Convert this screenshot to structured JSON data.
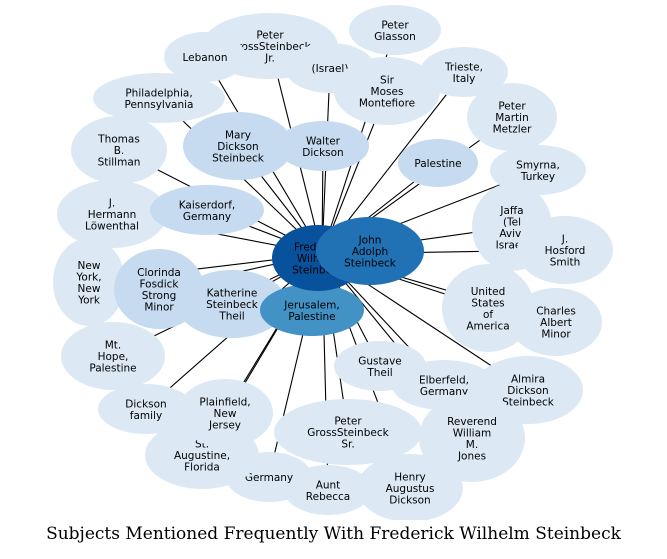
{
  "title": "Subjects Mentioned Frequently With Frederick Wilhelm Steinbeck",
  "colors": {
    "outer": "#dce9f5",
    "light": "#c6dbef",
    "mid": "#9ecae1",
    "strong": "#4292c6",
    "dark": "#2171b5",
    "darkest": "#08519c"
  },
  "nodes": [
    {
      "id": "fws",
      "label": "Frederick Wilhelm Steinbeck",
      "lines": [
        "Frederick",
        "Wilhelm",
        "Steinbeck"
      ],
      "tone": "darkest"
    },
    {
      "id": "jas",
      "label": "John Adolph Steinbeck",
      "lines": [
        "John",
        "Adolph",
        "Steinbeck"
      ],
      "tone": "dark"
    },
    {
      "id": "jer",
      "label": "Jerusalem, Palestine",
      "lines": [
        "Jerusalem,",
        "Palestine"
      ],
      "tone": "strong"
    },
    {
      "id": "mds",
      "label": "Mary Dickson Steinbeck",
      "lines": [
        "Mary",
        "Dickson",
        "Steinbeck"
      ],
      "tone": "light"
    },
    {
      "id": "wd",
      "label": "Walter Dickson",
      "lines": [
        "Walter",
        "Dickson"
      ],
      "tone": "light"
    },
    {
      "id": "ksg",
      "label": "Kaiserdorf, Germany",
      "lines": [
        "Kaiserdorf,",
        "Germany"
      ],
      "tone": "light"
    },
    {
      "id": "kst",
      "label": "Katherine Steinbeck Theil",
      "lines": [
        "Katherine",
        "Steinbeck",
        "Theil"
      ],
      "tone": "light"
    },
    {
      "id": "cfs",
      "label": "Clorinda Fosdick Strong Minor",
      "lines": [
        "Clorinda",
        "Fosdick",
        "Strong",
        "Minor"
      ],
      "tone": "light"
    },
    {
      "id": "pal",
      "label": "Palestine",
      "lines": [
        "Palestine"
      ],
      "tone": "light"
    },
    {
      "id": "pgss",
      "label": "Peter GrossSteinbeck Sr.",
      "lines": [
        "Peter",
        "GrossSteinbeck",
        "Sr."
      ],
      "tone": "outer"
    },
    {
      "id": "gt",
      "label": "Gustave Theil",
      "lines": [
        "Gustave",
        "Theil"
      ],
      "tone": "outer"
    },
    {
      "id": "elb",
      "label": "Elberfeld, Germany",
      "lines": [
        "Elberfeld,",
        "Germany"
      ],
      "tone": "outer"
    },
    {
      "id": "pgsj",
      "label": "Peter GrossSteinbeck Jr.",
      "lines": [
        "Peter",
        "GrossSteinbeck",
        "Jr."
      ],
      "tone": "outer"
    },
    {
      "id": "pg",
      "label": "Peter Glasson",
      "lines": [
        "Peter",
        "Glasson"
      ],
      "tone": "outer"
    },
    {
      "id": "leb",
      "label": "Lebanon",
      "lines": [
        "Lebanon"
      ],
      "tone": "outer"
    },
    {
      "id": "isr",
      "label": "(Israel)",
      "lines": [
        "(Israel)"
      ],
      "tone": "outer"
    },
    {
      "id": "smm",
      "label": "Sir Moses Montefiore",
      "lines": [
        "Sir",
        "Moses",
        "Montefiore"
      ],
      "tone": "outer"
    },
    {
      "id": "tri",
      "label": "Trieste, Italy",
      "lines": [
        "Trieste,",
        "Italy"
      ],
      "tone": "outer"
    },
    {
      "id": "pmm",
      "label": "Peter Martin Metzler",
      "lines": [
        "Peter",
        "Martin",
        "Metzler"
      ],
      "tone": "outer"
    },
    {
      "id": "smy",
      "label": "Smyrna, Turkey",
      "lines": [
        "Smyrna,",
        "Turkey"
      ],
      "tone": "outer"
    },
    {
      "id": "jaf",
      "label": "Jaffa (Tel Aviv, Israel)",
      "lines": [
        "Jaffa",
        "(Tel",
        "Aviv,",
        "Israel)"
      ],
      "tone": "outer"
    },
    {
      "id": "jhs",
      "label": "J. Hosford Smith",
      "lines": [
        "J.",
        "Hosford",
        "Smith"
      ],
      "tone": "outer"
    },
    {
      "id": "usa",
      "label": "United States of America",
      "lines": [
        "United",
        "States",
        "of",
        "America"
      ],
      "tone": "outer"
    },
    {
      "id": "cam",
      "label": "Charles Albert Minor",
      "lines": [
        "Charles",
        "Albert",
        "Minor"
      ],
      "tone": "outer"
    },
    {
      "id": "ads",
      "label": "Almira Dickson Steinbeck",
      "lines": [
        "Almira",
        "Dickson",
        "Steinbeck"
      ],
      "tone": "outer"
    },
    {
      "id": "rwj",
      "label": "Reverend William M. Jones",
      "lines": [
        "Reverend",
        "William",
        "M.",
        "Jones"
      ],
      "tone": "outer"
    },
    {
      "id": "had",
      "label": "Henry Augustus Dickson",
      "lines": [
        "Henry",
        "Augustus",
        "Dickson"
      ],
      "tone": "outer"
    },
    {
      "id": "ar",
      "label": "Aunt Rebecca",
      "lines": [
        "Aunt",
        "Rebecca"
      ],
      "tone": "outer"
    },
    {
      "id": "ger",
      "label": "Germany",
      "lines": [
        "Germany"
      ],
      "tone": "outer"
    },
    {
      "id": "staf",
      "label": "St. Augustine, Florida",
      "lines": [
        "St.",
        "Augustine,",
        "Florida"
      ],
      "tone": "outer"
    },
    {
      "id": "pnj",
      "label": "Plainfield, New Jersey",
      "lines": [
        "Plainfield,",
        "New",
        "Jersey"
      ],
      "tone": "outer"
    },
    {
      "id": "df",
      "label": "Dickson family",
      "lines": [
        "Dickson",
        "family"
      ],
      "tone": "outer"
    },
    {
      "id": "mhp",
      "label": "Mt. Hope, Palestine",
      "lines": [
        "Mt.",
        "Hope,",
        "Palestine"
      ],
      "tone": "outer"
    },
    {
      "id": "nyny",
      "label": "New York, New York",
      "lines": [
        "New",
        "York,",
        "New",
        "York"
      ],
      "tone": "outer"
    },
    {
      "id": "jhl",
      "label": "J. Hermann Löwenthal",
      "lines": [
        "J.",
        "Hermann",
        "Löwenthal"
      ],
      "tone": "outer"
    },
    {
      "id": "tbs",
      "label": "Thomas B. Stillman",
      "lines": [
        "Thomas",
        "B.",
        "Stillman"
      ],
      "tone": "outer"
    },
    {
      "id": "php",
      "label": "Philadelphia, Pennsylvania",
      "lines": [
        "Philadelphia,",
        "Pennsylvania"
      ],
      "tone": "outer"
    }
  ],
  "edges": [
    [
      "fws",
      "jas"
    ],
    [
      "fws",
      "jer"
    ],
    [
      "fws",
      "mds"
    ],
    [
      "fws",
      "wd"
    ],
    [
      "fws",
      "ksg"
    ],
    [
      "fws",
      "kst"
    ],
    [
      "fws",
      "cfs"
    ],
    [
      "fws",
      "pal"
    ],
    [
      "fws",
      "pgss"
    ],
    [
      "fws",
      "gt"
    ],
    [
      "fws",
      "elb"
    ],
    [
      "fws",
      "pgsj"
    ],
    [
      "fws",
      "pg"
    ],
    [
      "fws",
      "leb"
    ],
    [
      "fws",
      "isr"
    ],
    [
      "fws",
      "smm"
    ],
    [
      "fws",
      "tri"
    ],
    [
      "fws",
      "pmm"
    ],
    [
      "fws",
      "smy"
    ],
    [
      "fws",
      "jaf"
    ],
    [
      "fws",
      "jhs"
    ],
    [
      "fws",
      "usa"
    ],
    [
      "fws",
      "cam"
    ],
    [
      "fws",
      "ads"
    ],
    [
      "fws",
      "rwj"
    ],
    [
      "fws",
      "had"
    ],
    [
      "fws",
      "ar"
    ],
    [
      "fws",
      "ger"
    ],
    [
      "fws",
      "staf"
    ],
    [
      "fws",
      "pnj"
    ],
    [
      "fws",
      "df"
    ],
    [
      "fws",
      "mhp"
    ],
    [
      "fws",
      "nyny"
    ],
    [
      "fws",
      "jhl"
    ],
    [
      "fws",
      "tbs"
    ],
    [
      "fws",
      "php"
    ]
  ]
}
